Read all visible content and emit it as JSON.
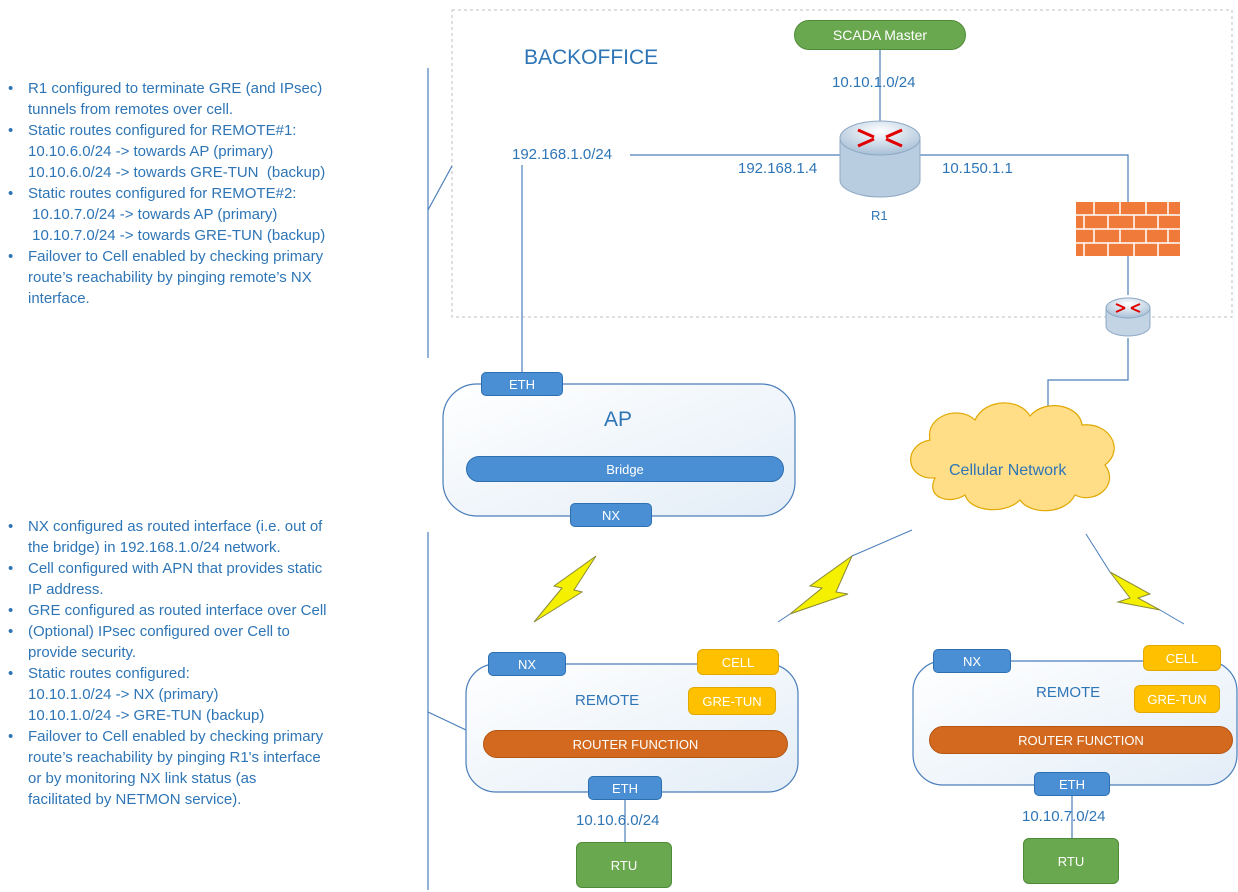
{
  "notes_top": [
    "R1 configured to terminate GRE (and IPsec)\ntunnels from remotes over cell.",
    "Static routes configured for REMOTE#1:\n10.10.6.0/24 -> towards AP (primary)\n10.10.6.0/24 -> towards GRE-TUN  (backup)",
    "Static routes configured for REMOTE#2:\n 10.10.7.0/24 -> towards AP (primary)\n 10.10.7.0/24 -> towards GRE-TUN (backup)",
    "Failover to Cell enabled by checking primary\nroute’s reachability by pinging remote’s NX\ninterface."
  ],
  "notes_bottom": [
    "NX configured as routed interface (i.e. out of\nthe bridge) in 192.168.1.0/24 network.",
    "Cell configured with APN that provides static\nIP address.",
    "GRE configured as routed interface over Cell",
    "(Optional) IPsec configured over Cell to\nprovide security.",
    "Static routes configured:\n10.10.1.0/24 -> NX (primary)\n10.10.1.0/24 -> GRE-TUN (backup)",
    "Failover to Cell enabled by checking primary\nroute’s reachability by pinging R1's interface\nor by monitoring NX link status (as\nfacilitated by NETMON service)."
  ],
  "backoffice": {
    "title": "BACKOFFICE",
    "scada": "SCADA Master",
    "scada_net": "10.10.1.0/24",
    "router_label": "R1",
    "net_left": "192.168.1.0/24",
    "r1_left_ip": "192.168.1.4",
    "r1_right_ip": "10.150.1.1"
  },
  "ap": {
    "title": "AP",
    "eth": "ETH",
    "bridge": "Bridge",
    "nx": "NX"
  },
  "cloud_label": "Cellular Network",
  "remote1": {
    "title": "REMOTE",
    "nx": "NX",
    "cell": "CELL",
    "gre": "GRE-TUN",
    "router": "ROUTER FUNCTION",
    "eth": "ETH",
    "subnet": "10.10.6.0/24",
    "rtu": "RTU"
  },
  "remote2": {
    "title": "REMOTE",
    "nx": "NX",
    "cell": "CELL",
    "gre": "GRE-TUN",
    "router": "ROUTER FUNCTION",
    "eth": "ETH",
    "subnet": "10.10.7.0/24",
    "rtu": "RTU"
  },
  "colors": {
    "line": "#4a7ebb",
    "blue": "#4a8fd4",
    "orange": "#d2691e",
    "yellow": "#ffc000",
    "green": "#6aa84f",
    "firewall": "#f07a3a",
    "lightning": "#f5f000"
  }
}
